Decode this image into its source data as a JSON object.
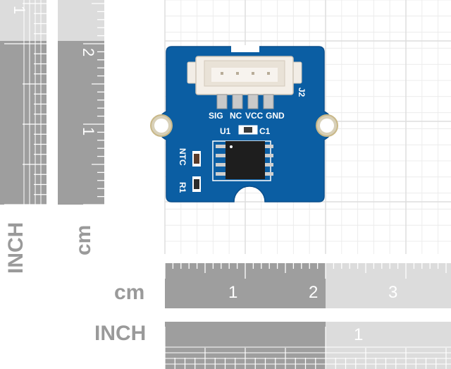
{
  "rulers": {
    "vertical_inch_label": "INCH",
    "vertical_cm_label": "cm",
    "vertical_inch_numbers": [
      "1"
    ],
    "vertical_cm_numbers": [
      "2",
      "1"
    ],
    "horizontal_cm_label": "cm",
    "horizontal_inch_label": "INCH",
    "horizontal_cm_numbers": [
      "1",
      "2",
      "3"
    ],
    "horizontal_inch_numbers": [
      "1"
    ]
  },
  "board": {
    "color": "#0b5ea3",
    "pin_labels": [
      "SIG",
      "NC",
      "VCC",
      "GND"
    ],
    "connector_label": "J2",
    "chip_label": "U1",
    "cap_label": "C1",
    "ntc_label": "NTC",
    "resistor_label": "R1"
  },
  "colors": {
    "ruler_dark": "#9e9e9e",
    "ruler_light": "#dcdcdc",
    "grid": "#e6e6e6"
  }
}
